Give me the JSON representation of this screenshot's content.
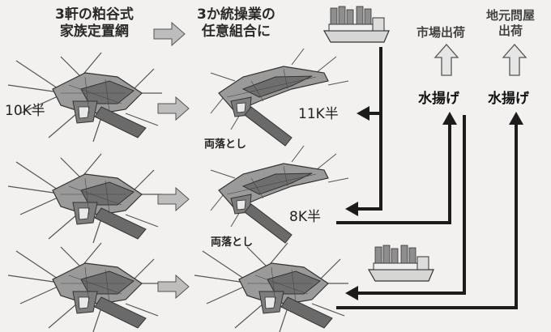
{
  "headers": {
    "original_line1": "3軒の粕谷式",
    "original_line2": "家族定置網",
    "combined_line1": "3か統操業の",
    "combined_line2": "任意組合に",
    "market_line1": "市場出荷",
    "local_line1": "地元問屋",
    "local_line2": "出荷"
  },
  "nets": {
    "left_row1": "10K半",
    "right_row1": "11K半",
    "right_row2": "8K半",
    "ryou_row1": "両落とし",
    "ryou_row2": "両落とし"
  },
  "landing": {
    "label_market": "水揚げ",
    "label_local": "水揚げ"
  },
  "colors": {
    "arrow_dark": "#1c1c1c",
    "arrow_gray": "#b9b9b9",
    "net_fill": "#8a8a8a",
    "net_dark": "#3a3a3a",
    "boat_hull": "#cfcfcf"
  }
}
